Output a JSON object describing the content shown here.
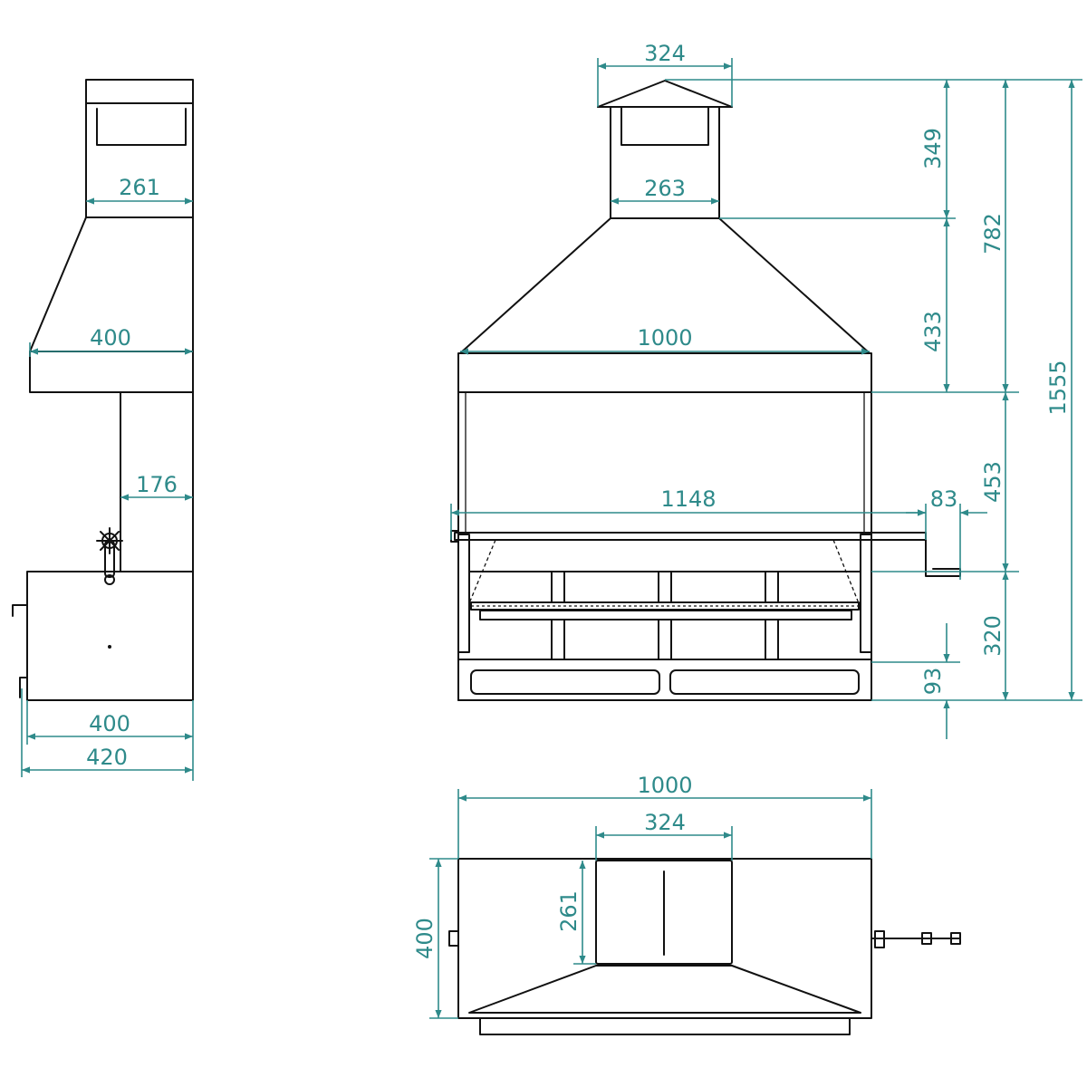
{
  "colors": {
    "dimension": "#2e8a8a",
    "outline": "#111111",
    "background": "#ffffff"
  },
  "dimensions": {
    "side_view": {
      "chimney_width": "261",
      "hood_width": "400",
      "back_depth": "176",
      "base_depth": "400",
      "overall_depth": "420"
    },
    "front_view": {
      "cap_width": "324",
      "chimney_width": "263",
      "hood_width": "1000",
      "spit_length": "1148",
      "crank_offset": "83",
      "chimney_height": "349",
      "hood_height": "433",
      "upper_height": "782",
      "overall_height": "1555",
      "opening_height": "453",
      "grill_height": "320",
      "drawer_height": "93"
    },
    "top_view": {
      "overall_width": "1000",
      "chimney_width": "324",
      "chimney_depth": "261",
      "overall_depth": "400"
    }
  }
}
